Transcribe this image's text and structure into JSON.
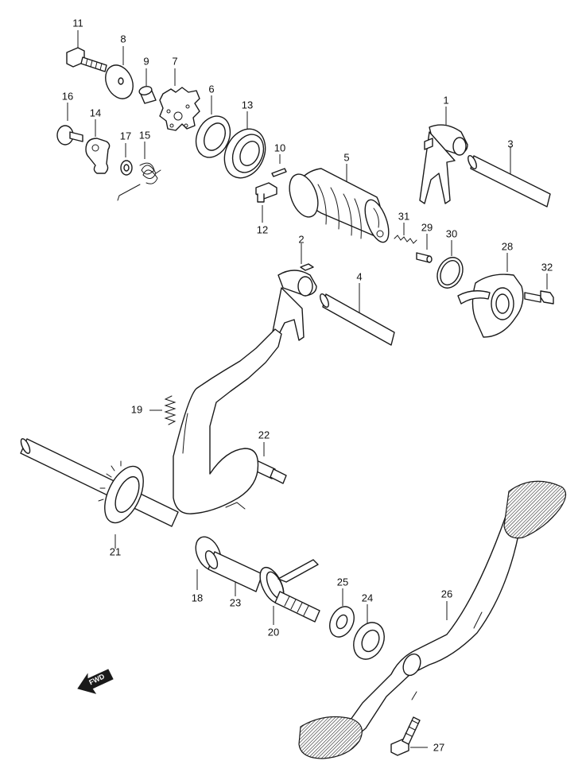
{
  "diagram": {
    "fwd_label": "FWD",
    "callouts": [
      {
        "id": "1",
        "label": "1"
      },
      {
        "id": "2",
        "label": "2"
      },
      {
        "id": "3",
        "label": "3"
      },
      {
        "id": "4",
        "label": "4"
      },
      {
        "id": "5",
        "label": "5"
      },
      {
        "id": "6",
        "label": "6"
      },
      {
        "id": "7",
        "label": "7"
      },
      {
        "id": "8",
        "label": "8"
      },
      {
        "id": "9",
        "label": "9"
      },
      {
        "id": "10",
        "label": "10"
      },
      {
        "id": "11",
        "label": "11"
      },
      {
        "id": "12",
        "label": "12"
      },
      {
        "id": "13",
        "label": "13"
      },
      {
        "id": "14",
        "label": "14"
      },
      {
        "id": "15",
        "label": "15"
      },
      {
        "id": "16",
        "label": "16"
      },
      {
        "id": "17",
        "label": "17"
      },
      {
        "id": "18",
        "label": "18"
      },
      {
        "id": "19",
        "label": "19"
      },
      {
        "id": "20",
        "label": "20"
      },
      {
        "id": "21",
        "label": "21"
      },
      {
        "id": "22",
        "label": "22"
      },
      {
        "id": "23",
        "label": "23"
      },
      {
        "id": "24",
        "label": "24"
      },
      {
        "id": "25",
        "label": "25"
      },
      {
        "id": "26",
        "label": "26"
      },
      {
        "id": "27",
        "label": "27"
      },
      {
        "id": "28",
        "label": "28"
      },
      {
        "id": "29",
        "label": "29"
      },
      {
        "id": "30",
        "label": "30"
      },
      {
        "id": "31",
        "label": "31"
      },
      {
        "id": "32",
        "label": "32"
      }
    ]
  }
}
